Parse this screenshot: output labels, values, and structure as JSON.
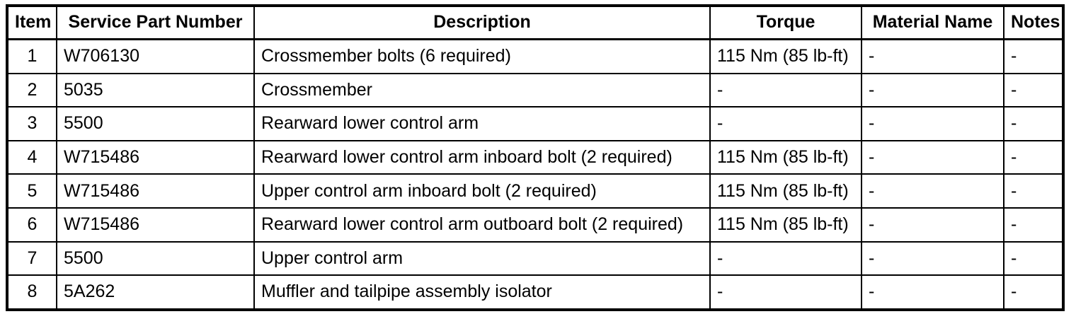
{
  "table": {
    "name": "service-parts-torque-table",
    "columns": [
      {
        "key": "item",
        "label": "Item"
      },
      {
        "key": "part",
        "label": "Service Part Number"
      },
      {
        "key": "desc",
        "label": "Description"
      },
      {
        "key": "torque",
        "label": "Torque"
      },
      {
        "key": "material",
        "label": "Material Name"
      },
      {
        "key": "notes",
        "label": "Notes"
      }
    ],
    "rows": [
      {
        "item": "1",
        "part": "W706130",
        "desc": "Crossmember bolts (6 required)",
        "torque": "115 Nm (85 lb-ft)",
        "material": "-",
        "notes": "-"
      },
      {
        "item": "2",
        "part": "5035",
        "desc": "Crossmember",
        "torque": "-",
        "material": "-",
        "notes": "-"
      },
      {
        "item": "3",
        "part": "5500",
        "desc": "Rearward lower control arm",
        "torque": "-",
        "material": "-",
        "notes": "-"
      },
      {
        "item": "4",
        "part": "W715486",
        "desc": "Rearward lower control arm inboard bolt (2 required)",
        "torque": "115 Nm (85 lb-ft)",
        "material": "-",
        "notes": "-"
      },
      {
        "item": "5",
        "part": "W715486",
        "desc": "Upper control arm inboard bolt (2 required)",
        "torque": "115 Nm (85 lb-ft)",
        "material": "-",
        "notes": "-"
      },
      {
        "item": "6",
        "part": "W715486",
        "desc": "Rearward lower control arm outboard bolt (2 required)",
        "torque": "115 Nm (85 lb-ft)",
        "material": "-",
        "notes": "-"
      },
      {
        "item": "7",
        "part": "5500",
        "desc": "Upper control arm",
        "torque": "-",
        "material": "-",
        "notes": "-"
      },
      {
        "item": "8",
        "part": "5A262",
        "desc": "Muffler and tailpipe assembly isolator",
        "torque": "-",
        "material": "-",
        "notes": "-"
      }
    ]
  },
  "colors": {
    "border": "#000000",
    "text": "#000000",
    "background": "#ffffff"
  }
}
